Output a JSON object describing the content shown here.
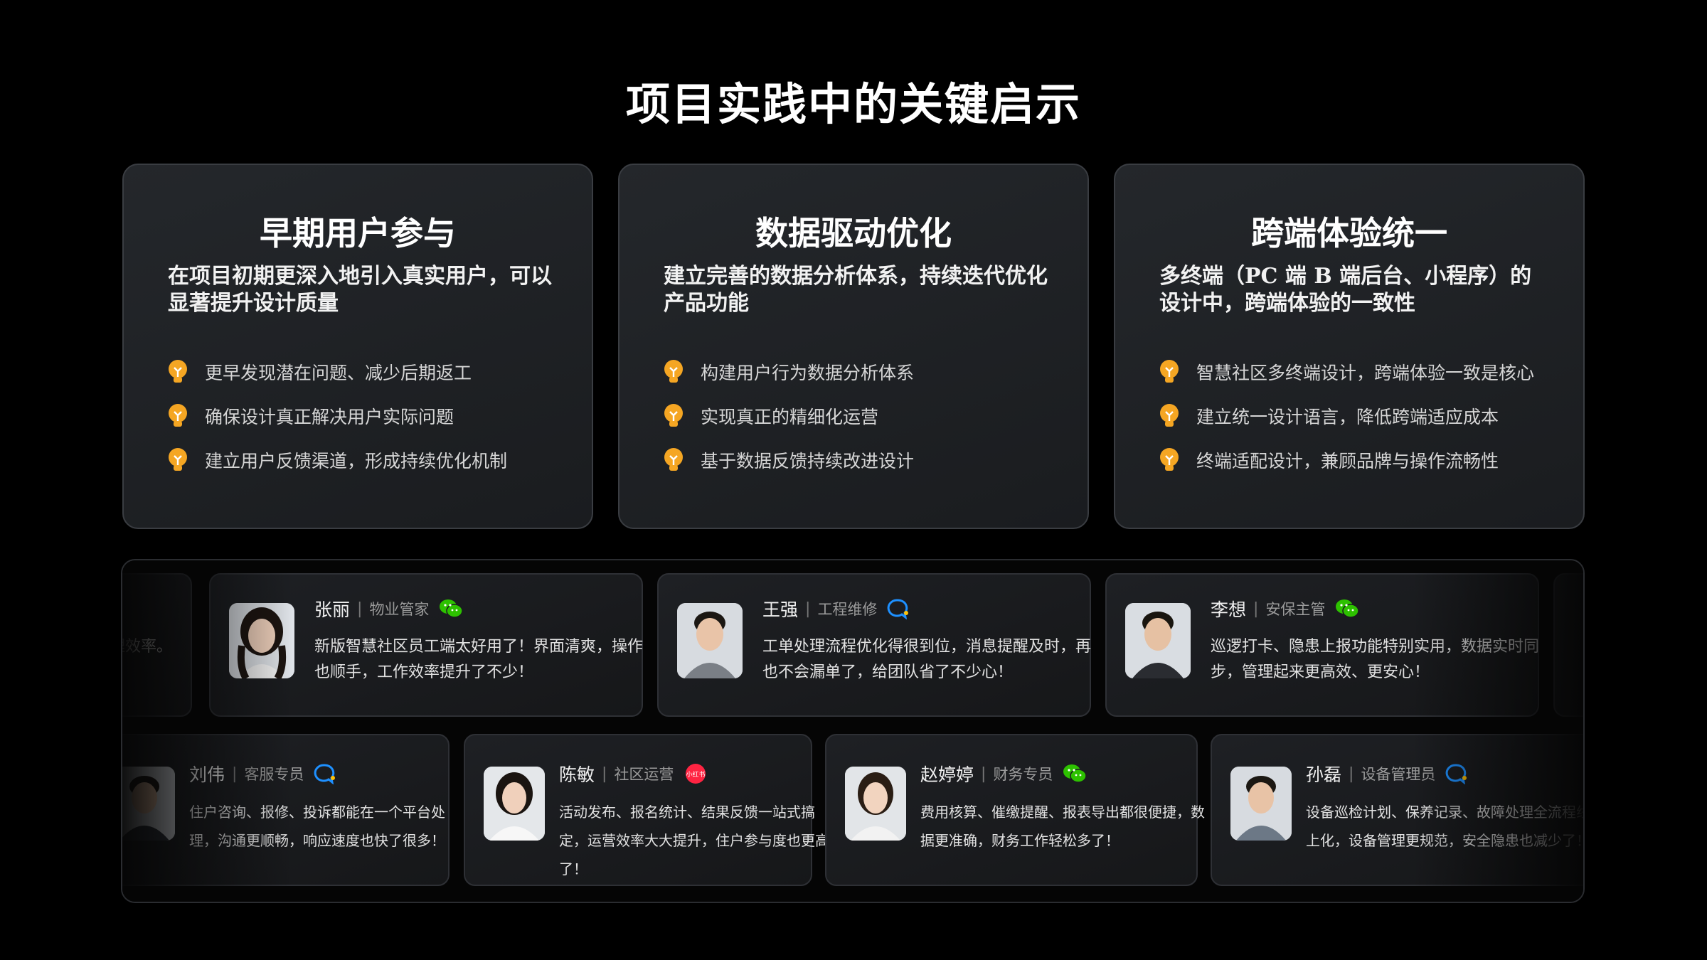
{
  "page": {
    "title": "项目实践中的关键启示"
  },
  "colors": {
    "background": "#000000",
    "card": "#1f2125",
    "accent": "#f5a623",
    "wechat": "#2dc100",
    "chat": "#1e90ff",
    "xiaohongshu": "#ff2442"
  },
  "cards": [
    {
      "title": "早期用户参与",
      "desc": "在项目初期更深入地引入真实用户，可以显著提升设计质量",
      "bullets": [
        "更早发现潜在问题、减少后期返工",
        "确保设计真正解决用户实际问题",
        "建立用户反馈渠道，形成持续优化机制"
      ]
    },
    {
      "title": "数据驱动优化",
      "desc": "建立完善的数据分析体系，持续迭代优化产品功能",
      "bullets": [
        "构建用户行为数据分析体系",
        "实现真正的精细化运营",
        "基于数据反馈持续改进设计"
      ]
    },
    {
      "title": "跨端体验统一",
      "desc": "多终端（PC 端 B 端后台、小程序）的设计中，跨端体验的一致性",
      "bullets": [
        "智慧社区多终端设计，跨端体验一致是核心",
        "建立统一设计语言，降低跨端适应成本",
        "终端适配设计，兼顾品牌与操作流畅性"
      ]
    }
  ],
  "testimonials_row1": [
    {
      "name": "",
      "role": "",
      "quote": "更有信息处理效率。",
      "app": "wechat-icon"
    },
    {
      "name": "张丽",
      "role": "物业管家",
      "quote": "新版智慧社区员工端太好用了！界面清爽，操作也顺手，工作效率提升了不少！",
      "app": "wechat-icon"
    },
    {
      "name": "王强",
      "role": "工程维修",
      "quote": "工单处理流程优化得很到位，消息提醒及时，再也不会漏单了，给团队省了不少心！",
      "app": "chat-bubble-icon"
    },
    {
      "name": "李想",
      "role": "安保主管",
      "quote": "巡逻打卡、隐患上报功能特别实用，数据实时同步，管理起来更高效、更安心！",
      "app": "wechat-icon"
    }
  ],
  "testimonials_row2": [
    {
      "name": "刘伟",
      "role": "客服专员",
      "quote": "住户咨询、报修、投诉都能在一个平台处理，沟通更顺畅，响应速度也快了很多！",
      "app": "chat-bubble-icon"
    },
    {
      "name": "陈敏",
      "role": "社区运营",
      "quote": "活动发布、报名统计、结果反馈一站式搞定，运营效率大大提升，住户参与度也更高了！",
      "app": "xiaohongshu-icon",
      "app_text": "小红书"
    },
    {
      "name": "赵婷婷",
      "role": "财务专员",
      "quote": "费用核算、催缴提醒、报表导出都很便捷，数据更准确，财务工作轻松多了！",
      "app": "wechat-icon"
    },
    {
      "name": "孙磊",
      "role": "设备管理员",
      "quote": "设备巡检计划、保养记录、故障处理全流程线上化，设备管理更规范，安全隐患也减少了！",
      "app": "chat-bubble-icon"
    }
  ]
}
